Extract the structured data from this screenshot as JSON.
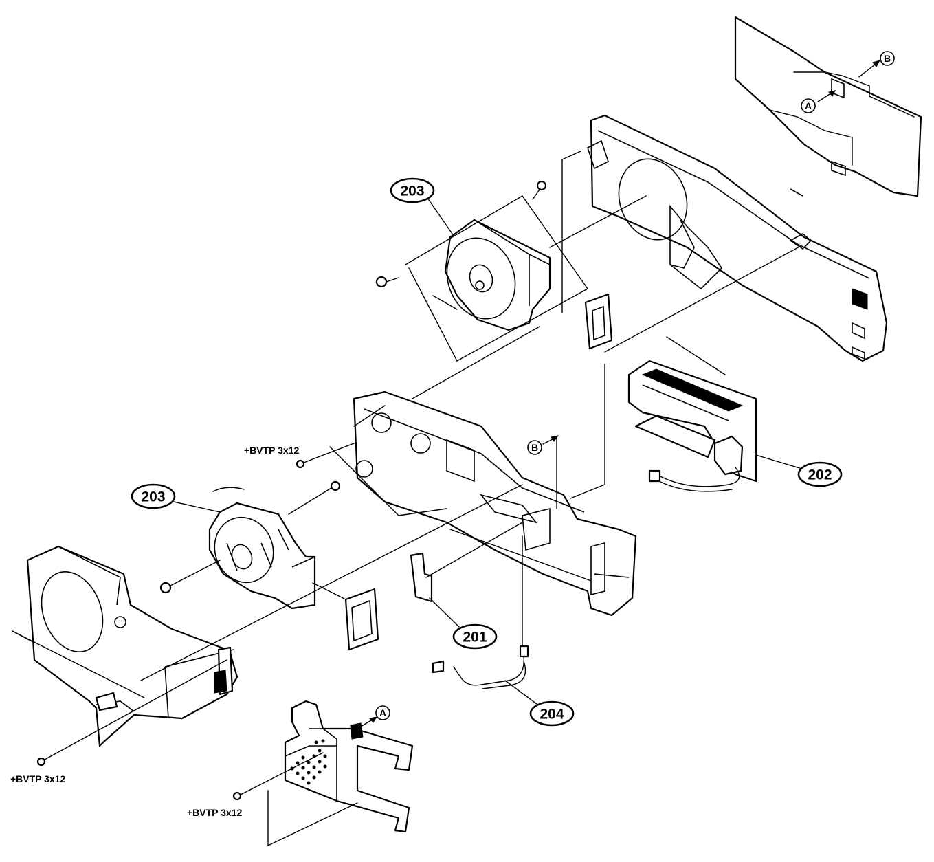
{
  "callouts": {
    "c201": "201",
    "c202": "202",
    "c203_top": "203",
    "c203_left": "203",
    "c204": "204"
  },
  "refs": {
    "top_a": "A",
    "top_b": "B",
    "mid_b": "B",
    "bottom_a": "A"
  },
  "screws": {
    "mid": "+BVTP 3x12",
    "left": "+BVTP 3x12",
    "bottom": "+BVTP 3x12"
  }
}
